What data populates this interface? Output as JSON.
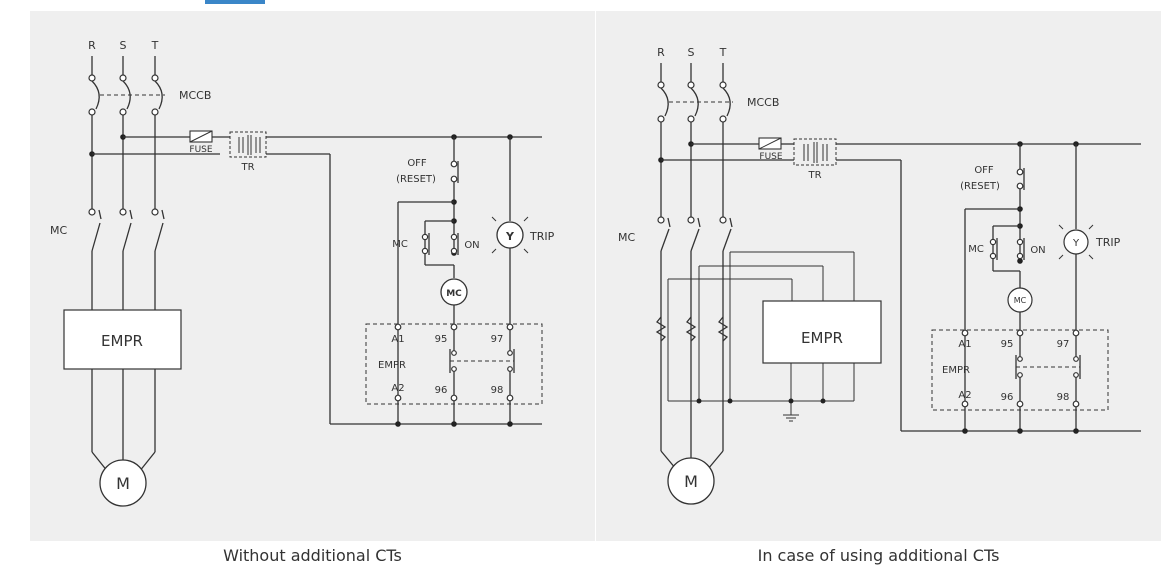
{
  "left": {
    "caption": "Without additional CTs",
    "phases": [
      "R",
      "S",
      "T"
    ],
    "mccb": "MCCB",
    "fuse": "FUSE",
    "tr": "TR",
    "mc": "MC",
    "empr_box": "EMPR",
    "off": "OFF",
    "reset": "(RESET)",
    "mc_contact": "MC",
    "on": "ON",
    "coil": "MC",
    "lamp": "Y",
    "trip": "TRIP",
    "a1": "A1",
    "t95": "95",
    "t97": "97",
    "empr_label": "EMPR",
    "a2": "A2",
    "t96": "96",
    "t98": "98",
    "motor": "M"
  },
  "right": {
    "caption": "In case of using additional CTs",
    "phases": [
      "R",
      "S",
      "T"
    ],
    "mccb": "MCCB",
    "fuse": "FUSE",
    "tr": "TR",
    "mc": "MC",
    "empr_box": "EMPR",
    "off": "OFF",
    "reset": "(RESET)",
    "mc_contact": "MC",
    "on": "ON",
    "coil": "MC",
    "lamp": "Y",
    "trip": "TRIP",
    "a1": "A1",
    "t95": "95",
    "t97": "97",
    "empr_label": "EMPR",
    "a2": "A2",
    "t96": "96",
    "t98": "98",
    "motor": "M"
  },
  "colors": {
    "panel": "#efefef",
    "line": "#333333",
    "accent": "#3a86c8"
  }
}
